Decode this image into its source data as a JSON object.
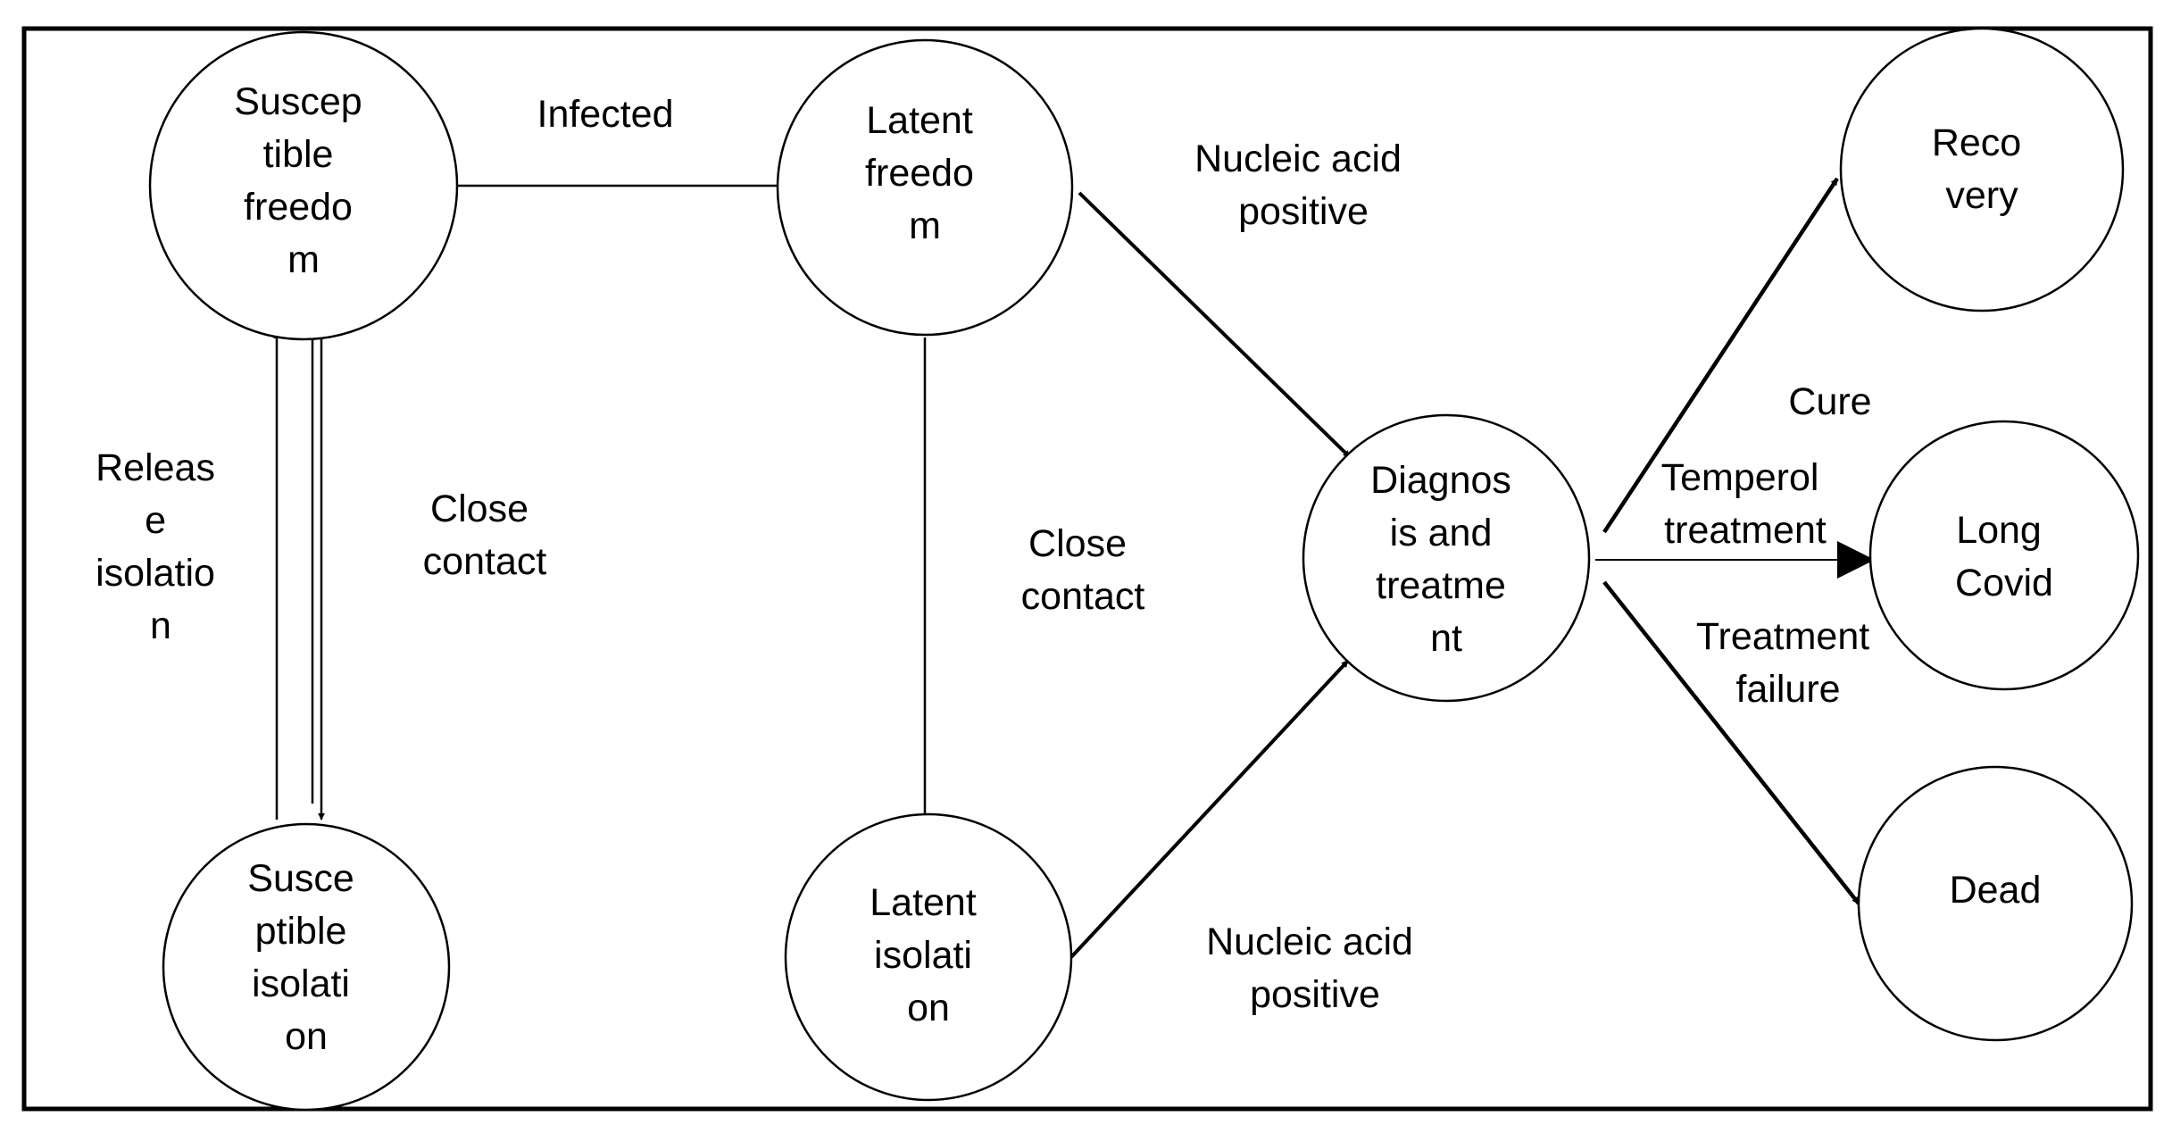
{
  "colors": {
    "stroke": "#000000",
    "background": "#ffffff",
    "node_fill": "#ffffff"
  },
  "nodes": {
    "susceptible_freedom": [
      "Suscep",
      "tible",
      "freedo",
      "m"
    ],
    "susceptible_isolation": [
      "Susce",
      "ptible",
      "isolati",
      "on"
    ],
    "latent_freedom": [
      "Latent",
      "freedo",
      "m"
    ],
    "latent_isolation": [
      "Latent",
      "isolati",
      "on"
    ],
    "diagnosis_treatment": [
      "Diagnos",
      "is and",
      "treatme",
      "nt"
    ],
    "recovery": [
      "Reco",
      "very"
    ],
    "long_covid": [
      "Long",
      "Covid"
    ],
    "dead": [
      "Dead"
    ]
  },
  "edges": {
    "infected": [
      "Infected"
    ],
    "release_isolation": [
      "Releas",
      "e",
      "isolatio",
      "n"
    ],
    "close_contact_left": [
      "Close",
      "contact"
    ],
    "close_contact_middle": [
      "Close",
      "contact"
    ],
    "nucleic_top": [
      "Nucleic acid",
      "positive"
    ],
    "nucleic_bottom": [
      "Nucleic acid",
      "positive"
    ],
    "cure": [
      "Cure"
    ],
    "temperol": [
      "Temperol",
      "treatment"
    ],
    "treatment_failure": [
      "Treatment",
      "failure"
    ]
  }
}
